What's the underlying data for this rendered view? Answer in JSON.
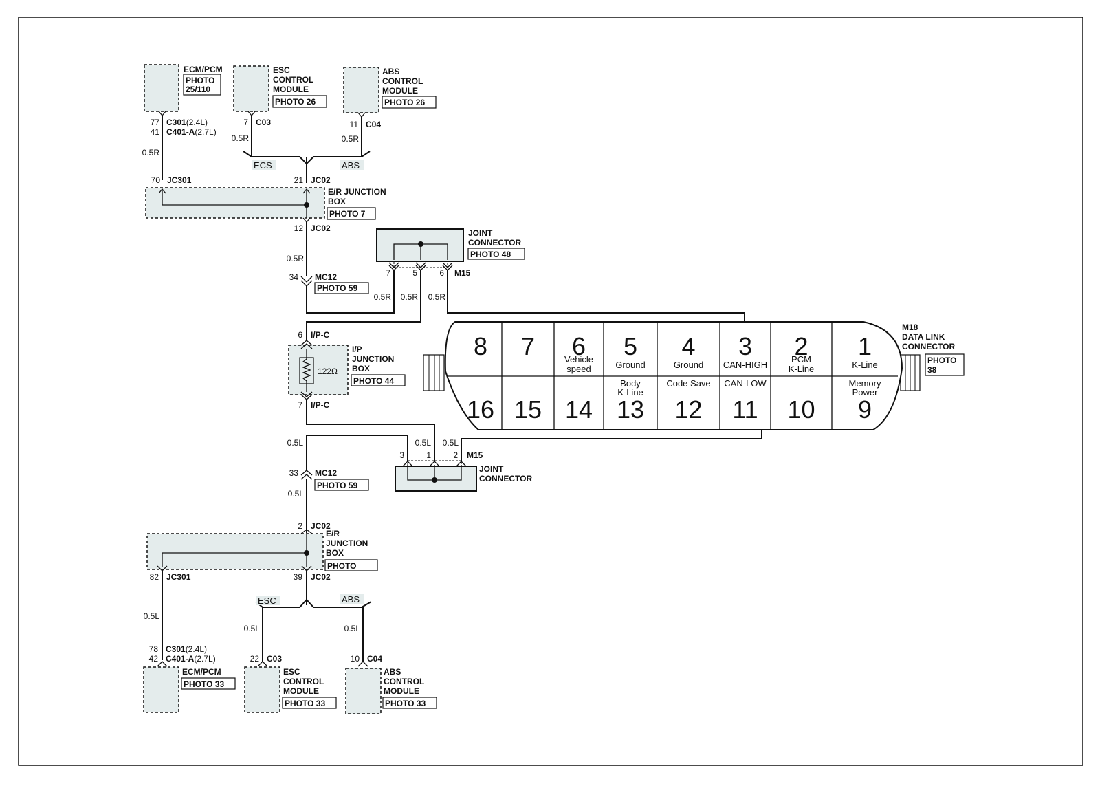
{
  "diagram": {
    "top_modules": {
      "ecm": {
        "label_1": "ECM/PCM",
        "photo_1": "PHOTO",
        "photo_2": "25/110",
        "pin_a": "77",
        "conn_a": "C301",
        "var_a": "(2.4L)",
        "pin_b": "41",
        "conn_b": "C401-A",
        "var_b": "(2.7L)",
        "wire": "0.5R"
      },
      "esc": {
        "label_1": "ESC",
        "label_2": "CONTROL",
        "label_3": "MODULE",
        "photo": "PHOTO  26",
        "pin": "7",
        "conn": "C03",
        "wire": "0.5R"
      },
      "abs": {
        "label_1": "ABS",
        "label_2": "CONTROL",
        "label_3": "MODULE",
        "photo": "PHOTO  26",
        "pin": "11",
        "conn": "C04",
        "wire": "0.5R"
      },
      "tag_left": "ECS",
      "tag_right": "ABS"
    },
    "er_box_top": {
      "pin_left": "70",
      "conn_left": "JC301",
      "pin_in": "21",
      "conn_in": "JC02",
      "label_1": "E/R  JUNCTION",
      "label_2": "BOX",
      "photo": "PHOTO  7",
      "pin_out": "12",
      "conn_out": "JC02",
      "wire_out": "0.5R"
    },
    "mc12_top": {
      "pin": "34",
      "conn": "MC12",
      "photo": "PHOTO  59"
    },
    "joint_top": {
      "label_1": "JOINT",
      "label_2": "CONNECTOR",
      "photo": "PHOTO  48",
      "pins": [
        "7",
        "5",
        "6"
      ],
      "conn": "M15",
      "wires": [
        "0.5R",
        "0.5R",
        "0.5R"
      ]
    },
    "ip_box": {
      "pin_top": "6",
      "conn_top": "I/P-C",
      "label_1": "I/P",
      "label_2": "JUNCTION",
      "label_3": "BOX",
      "photo": "PHOTO  44",
      "resistor": "122Ω",
      "pin_bottom": "7",
      "conn_bottom": "I/P-C"
    },
    "joint_bottom": {
      "label_1": "JOINT",
      "label_2": "CONNECTOR",
      "pins": [
        "3",
        "1",
        "2"
      ],
      "conn": "M15",
      "wires": [
        "0.5L",
        "0.5L",
        "0.5L"
      ]
    },
    "mc12_bottom": {
      "pin": "33",
      "conn": "MC12",
      "photo": "PHOTO  59",
      "wire_above": "0.5L",
      "wire_below": "0.5L"
    },
    "er_box_bottom": {
      "pin_in": "2",
      "conn_in": "JC02",
      "label_1": "E/R",
      "label_2": "JUNCTION",
      "label_3": "BOX",
      "photo": "PHOTO",
      "pin_left": "82",
      "conn_left": "JC301",
      "pin_out": "39",
      "conn_out": "JC02"
    },
    "bottom_modules": {
      "tag_left": "ESC",
      "tag_right": "ABS",
      "ecm": {
        "label_1": "ECM/PCM",
        "photo": "PHOTO  33",
        "pin_a": "78",
        "conn_a": "C301",
        "var_a": "(2.4L)",
        "pin_b": "42",
        "conn_b": "C401-A",
        "var_b": "(2.7L)",
        "wire": "0.5L"
      },
      "esc": {
        "label_1": "ESC",
        "label_2": "CONTROL",
        "label_3": "MODULE",
        "photo": "PHOTO  33",
        "pin": "22",
        "conn": "C03",
        "wire": "0.5L"
      },
      "abs": {
        "label_1": "ABS",
        "label_2": "CONTROL",
        "label_3": "MODULE",
        "photo": "PHOTO  33",
        "pin": "10",
        "conn": "C04",
        "wire": "0.5L"
      }
    },
    "dlc": {
      "id": "M18",
      "label_1": "DATA  LINK",
      "label_2": "CONNECTOR",
      "photo_1": "PHOTO",
      "photo_2": "38",
      "top_pins": [
        {
          "num": "8",
          "desc": ""
        },
        {
          "num": "7",
          "desc": ""
        },
        {
          "num": "6",
          "desc": "Vehicle",
          "desc2": "speed"
        },
        {
          "num": "5",
          "desc": "Ground"
        },
        {
          "num": "4",
          "desc": "Ground"
        },
        {
          "num": "3",
          "desc": "CAN-HIGH"
        },
        {
          "num": "2",
          "desc": "PCM",
          "desc2": "K-Line"
        },
        {
          "num": "1",
          "desc": "K-Line"
        }
      ],
      "bottom_pins": [
        {
          "num": "16",
          "desc": ""
        },
        {
          "num": "15",
          "desc": ""
        },
        {
          "num": "14",
          "desc": ""
        },
        {
          "num": "13",
          "desc": "Body",
          "desc2": "K-Line"
        },
        {
          "num": "12",
          "desc": "Code Save"
        },
        {
          "num": "11",
          "desc": "CAN-LOW"
        },
        {
          "num": "10",
          "desc": ""
        },
        {
          "num": "9",
          "desc": "Memory",
          "desc2": "Power"
        }
      ]
    }
  }
}
